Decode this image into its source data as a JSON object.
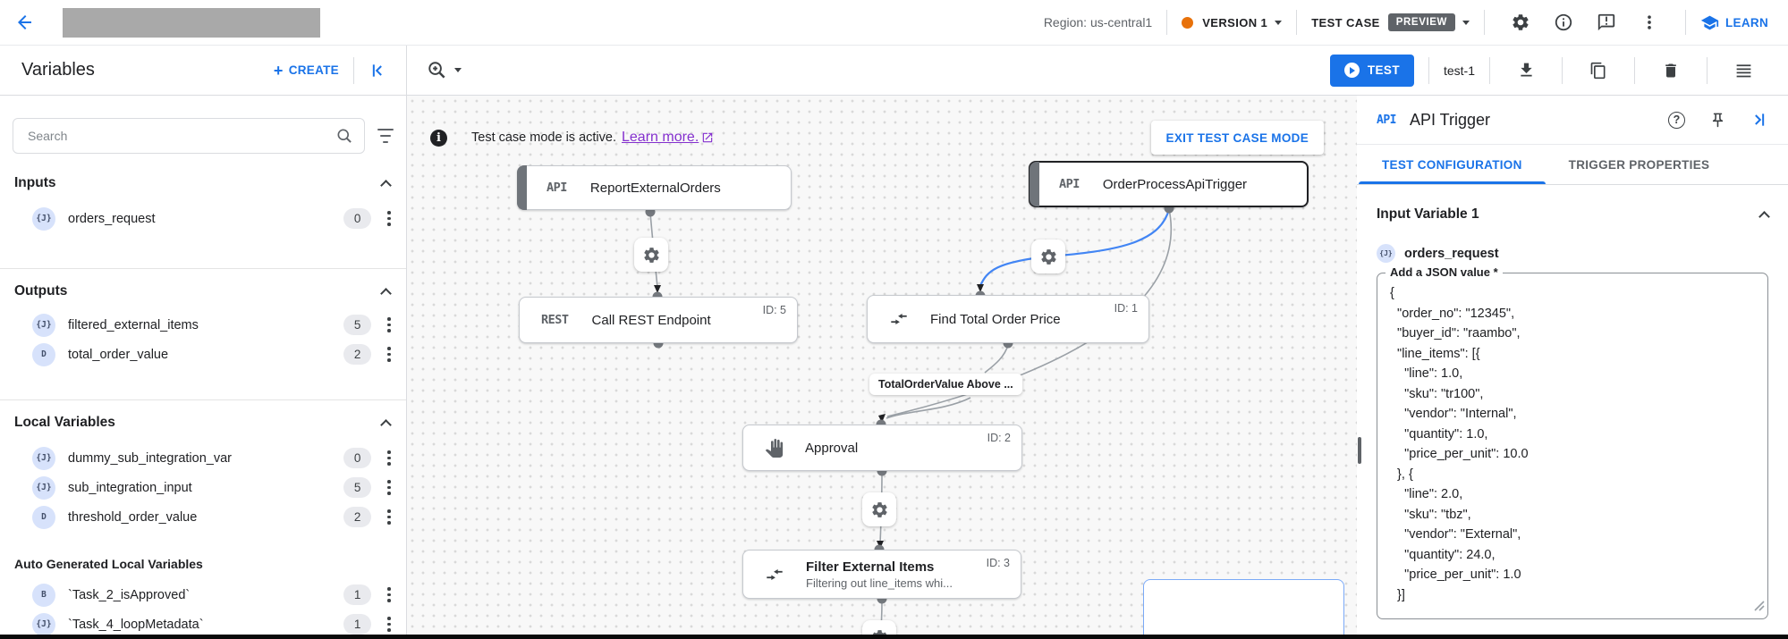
{
  "topbar": {
    "region": "Region: us-central1",
    "version_label": "VERSION 1",
    "test_case_label": "TEST CASE",
    "preview_badge": "PREVIEW",
    "learn_label": "LEARN"
  },
  "toolbar": {
    "panel_title": "Variables",
    "create_label": "CREATE",
    "test_button_label": "TEST",
    "test_name": "test-1"
  },
  "sidebar": {
    "search_placeholder": "Search",
    "sections": [
      {
        "title": "Inputs",
        "items": [
          {
            "type": "{J}",
            "name": "orders_request",
            "count": "0"
          }
        ]
      },
      {
        "title": "Outputs",
        "items": [
          {
            "type": "{J}",
            "name": "filtered_external_items",
            "count": "5"
          },
          {
            "type": "D",
            "name": "total_order_value",
            "count": "2"
          }
        ]
      },
      {
        "title": "Local Variables",
        "items": [
          {
            "type": "{J}",
            "name": "dummy_sub_integration_var",
            "count": "0"
          },
          {
            "type": "{J}",
            "name": "sub_integration_input",
            "count": "5"
          },
          {
            "type": "D",
            "name": "threshold_order_value",
            "count": "2"
          }
        ]
      },
      {
        "title": "Auto Generated Local Variables",
        "items": [
          {
            "type": "B",
            "name": "`Task_2_isApproved`",
            "count": "1"
          },
          {
            "type": "{J}",
            "name": "`Task_4_loopMetadata`",
            "count": "1"
          }
        ]
      }
    ]
  },
  "canvas": {
    "banner_text": "Test case mode is active.",
    "banner_link": "Learn more.",
    "exit_button": "EXIT TEST CASE MODE",
    "edge_label": "TotalOrderValue Above ...",
    "nodes": {
      "report": {
        "chip": "API",
        "title": "ReportExternalOrders"
      },
      "trigger": {
        "chip": "API",
        "title": "OrderProcessApiTrigger"
      },
      "rest": {
        "chip": "REST",
        "title": "Call REST Endpoint",
        "id": "ID: 5"
      },
      "find": {
        "title": "Find Total Order Price",
        "id": "ID: 1"
      },
      "approval": {
        "title": "Approval",
        "id": "ID: 2"
      },
      "filter": {
        "title": "Filter External Items",
        "subtitle": "Filtering out line_items whi...",
        "id": "ID: 3"
      }
    }
  },
  "panel": {
    "chip": "API",
    "title": "API Trigger",
    "tabs": [
      "TEST CONFIGURATION",
      "TRIGGER PROPERTIES"
    ],
    "section_title": "Input Variable 1",
    "variable_type": "{J}",
    "variable_name": "orders_request",
    "field_label": "Add a JSON value *",
    "json_value": "{\n  \"order_no\": \"12345\",\n  \"buyer_id\": \"raambo\",\n  \"line_items\": [{\n    \"line\": 1.0,\n    \"sku\": \"tr100\",\n    \"vendor\": \"Internal\",\n    \"quantity\": 1.0,\n    \"price_per_unit\": 10.0\n  }, {\n    \"line\": 2.0,\n    \"sku\": \"tbz\",\n    \"vendor\": \"External\",\n    \"quantity\": 24.0,\n    \"price_per_unit\": 1.0\n  }]\n}"
  },
  "colors": {
    "accent": "#1a73e8",
    "version_dot": "#e8710a",
    "preview_badge_bg": "#5f6368",
    "link_purple": "#8430ce",
    "selected_edge": "#4285f4"
  }
}
